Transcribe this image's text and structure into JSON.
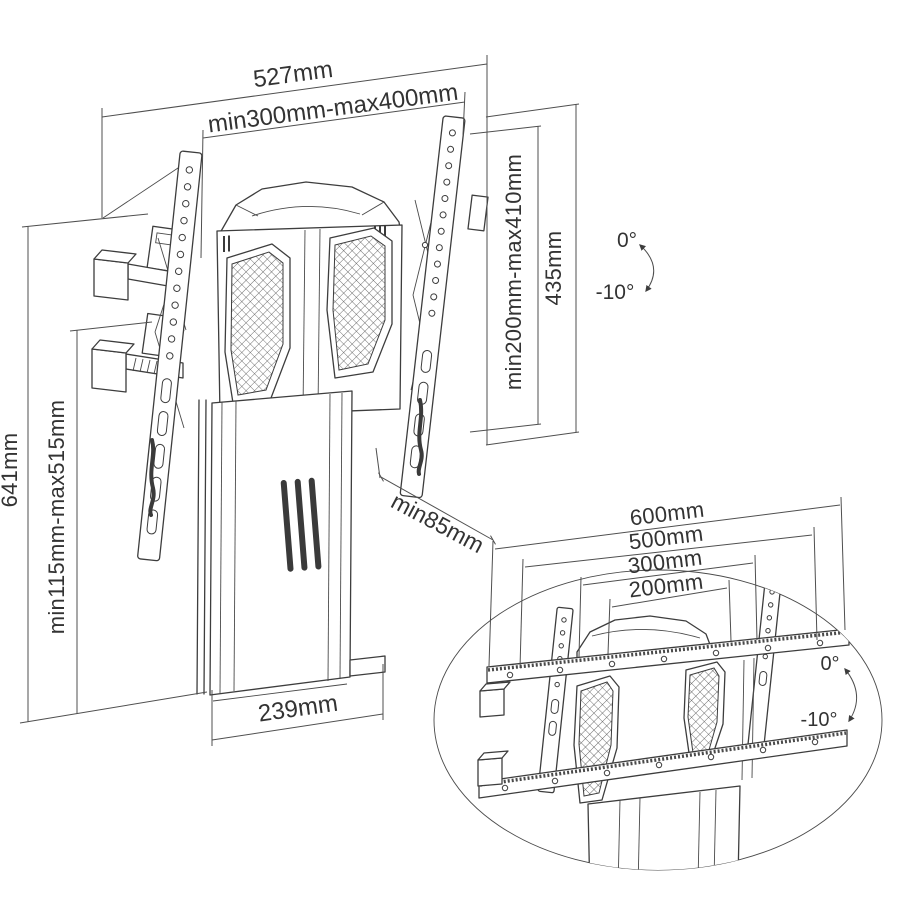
{
  "colors": {
    "line": "#3d3d3d",
    "text": "#333333",
    "background": "#ffffff",
    "slot_fill": "#3a3a3a"
  },
  "main_view": {
    "dim_top_width": "527mm",
    "dim_vesa_width": "min300mm-max400mm",
    "dim_vesa_height": "min200mm-max410mm",
    "dim_bracket_height": "435mm",
    "dim_total_height": "641mm",
    "dim_height_adjust": "min115mm-max515mm",
    "dim_wall_clearance": "min85mm",
    "dim_column_width": "239mm",
    "tilt_upper": "0°",
    "tilt_lower": "-10°"
  },
  "inset_view": {
    "dim_rail_600": "600mm",
    "dim_rail_500": "500mm",
    "dim_rail_300": "300mm",
    "dim_rail_200": "200mm",
    "tilt_upper": "0°",
    "tilt_lower": "-10°"
  }
}
